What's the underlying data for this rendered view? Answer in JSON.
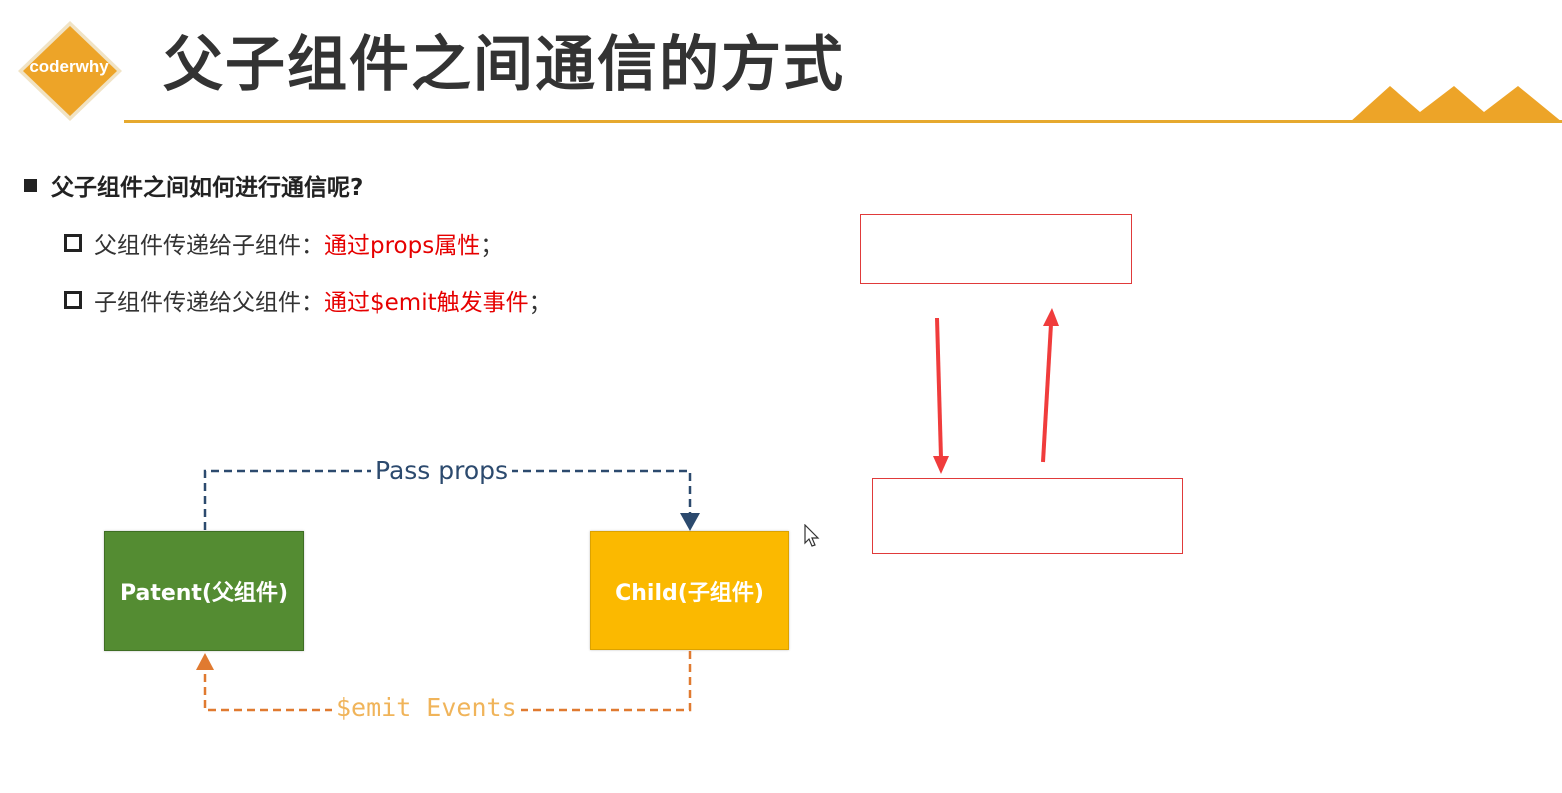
{
  "logo": {
    "text": "coderwhy"
  },
  "header": {
    "title": "父子组件之间通信的方式"
  },
  "content": {
    "question": "父子组件之间如何进行通信呢?",
    "items": [
      {
        "prefix": "父组件传递给子组件：",
        "highlight": "通过props属性",
        "suffix": "；"
      },
      {
        "prefix": "子组件传递给父组件：",
        "highlight": "通过$emit触发事件",
        "suffix": "；"
      }
    ]
  },
  "diagram": {
    "parent_label": "Patent(父组件)",
    "child_label": "Child(子组件)",
    "props_label": "Pass props",
    "emit_label": "$emit Events"
  },
  "colors": {
    "accent": "#e6a92e",
    "highlight_red": "#e60000",
    "parent_green": "#548c32",
    "child_yellow": "#fbb900",
    "props_line": "#2c4a6e",
    "emit_line": "#e07a30",
    "annotation_red": "#e03a3a"
  }
}
